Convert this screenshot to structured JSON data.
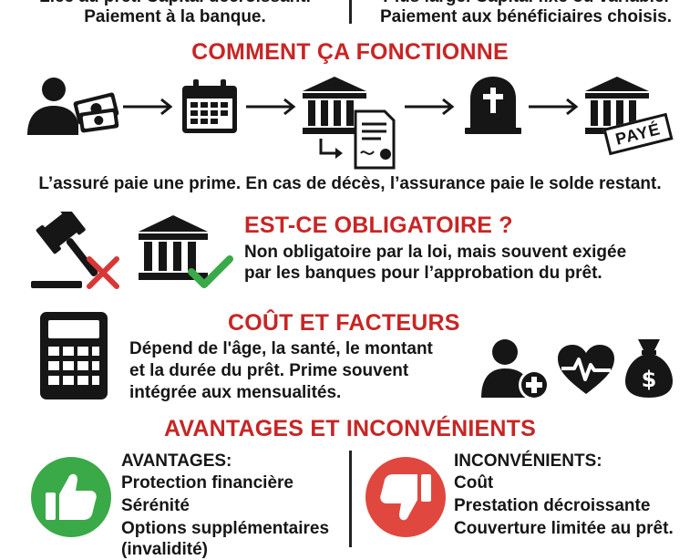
{
  "top": {
    "left_cut": "Liée au prêt. Capital décroissant.",
    "left_line": "Paiement à la banque.",
    "right_cut": "Plus large. Capital fixe ou variable.",
    "right_line": "Paiement aux bénéficiaires choisis."
  },
  "how_it_works": {
    "title": "COMMENT ÇA FONCTIONNE",
    "steps": [
      "person-paying-icon",
      "calendar-icon",
      "bank-contract-icon",
      "tombstone-icon",
      "bank-paid-icon"
    ],
    "stamp": "PAYÉ",
    "caption": "L’assuré paie une prime. En cas de décès, l’assurance paie le solde restant."
  },
  "mandatory": {
    "title": "EST-CE OBLIGATOIRE ?",
    "line1": "Non obligatoire par la loi, mais souvent exigée",
    "line2": "par les banques pour l’approbation du prêt."
  },
  "cost": {
    "title": "COÛT ET FACTEURS",
    "line1": "Dépend de l'âge, la santé, le montant",
    "line2": "et la durée du prêt. Prime souvent",
    "line3": "intégrée aux mensualités."
  },
  "pros_cons": {
    "title": "AVANTAGES ET INCONVÉNIENTS",
    "pros_header": "AVANTAGES:",
    "pros": [
      "Protection financière",
      "Sérénité",
      "Options supplémentaires",
      "(invalidité)"
    ],
    "cons_header": "INCONVÉNIENTS:",
    "cons": [
      "Coût",
      "Prestation décroissante",
      "Couverture limitée au prêt."
    ]
  },
  "colors": {
    "accent_red": "#c82525",
    "green": "#3aa948",
    "thumb_red": "#e0473f",
    "ink": "#161616"
  }
}
